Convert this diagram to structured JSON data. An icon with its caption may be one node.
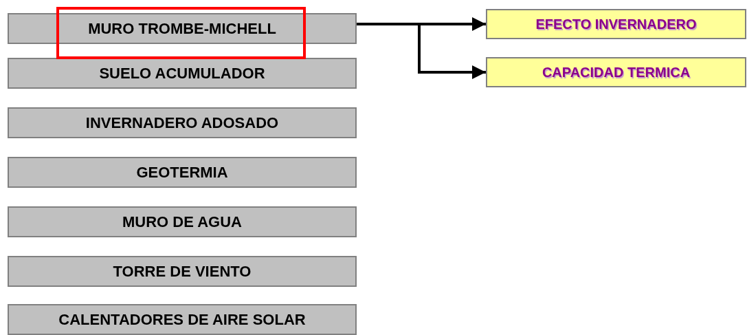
{
  "diagram": {
    "nodes": [
      {
        "text": [
          "MURO TROMBE-MICHELL"
        ]
      },
      {
        "text": [
          "SUELO ACUMULADOR"
        ]
      },
      {
        "text": [
          "INVERNADERO ADOSADO"
        ]
      },
      {
        "text": [
          "GEOTERMIA"
        ]
      },
      {
        "text": [
          "MURO DE AGUA"
        ]
      },
      {
        "text": [
          "TORRE DE VIENTO"
        ]
      },
      {
        "text": [
          "CALENTADORES DE AIRE SOLAR"
        ]
      },
      {
        "text": [
          "EFECTO INVERNADERO"
        ]
      },
      {
        "text": [
          "CAPACIDAD TERMICA"
        ]
      }
    ],
    "edges": [
      {
        "from": 0,
        "to": 7,
        "arrow": "to"
      },
      {
        "from": 0,
        "to": 8,
        "arrow": "to"
      }
    ]
  }
}
